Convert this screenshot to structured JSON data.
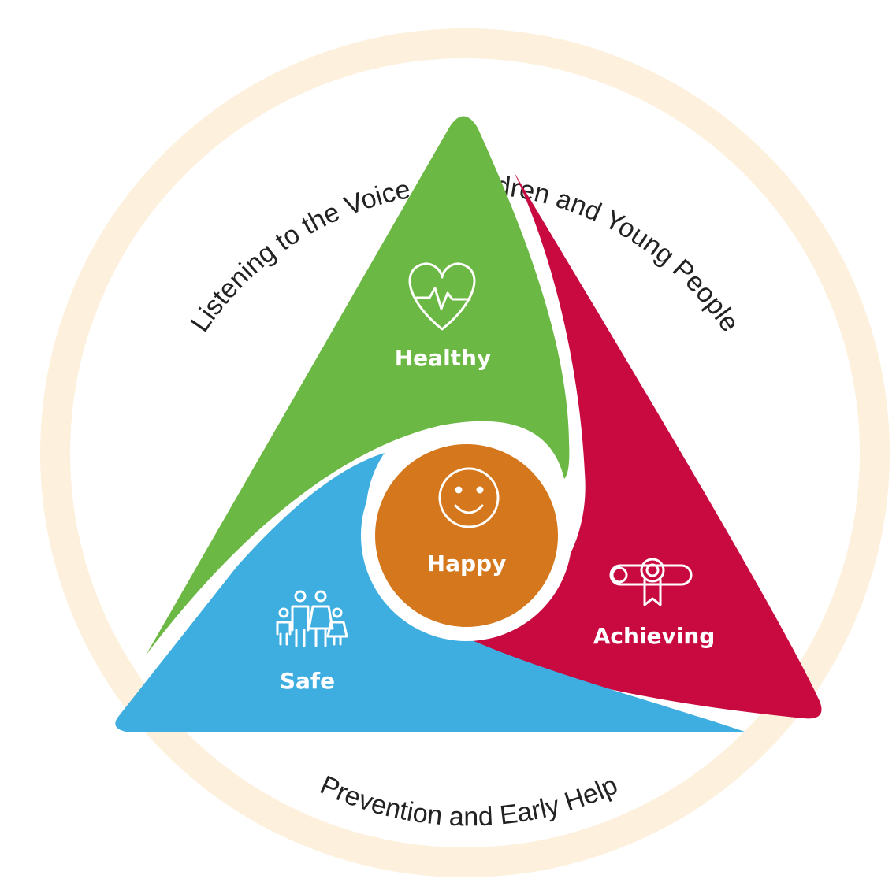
{
  "ring": {
    "top_text": "Listening to the Voice of Children and Young People",
    "bottom_text": "Prevention and Early Help"
  },
  "segments": {
    "healthy": {
      "label": "Healthy",
      "icon": "heart-pulse-icon"
    },
    "achieving": {
      "label": "Achieving",
      "icon": "certificate-scroll-icon"
    },
    "safe": {
      "label": "Safe",
      "icon": "family-icon"
    },
    "happy": {
      "label": "Happy",
      "icon": "smiley-face-icon"
    }
  },
  "colors": {
    "ring": "#fdf0dc",
    "healthy": "#6cb844",
    "achieving": "#c80a40",
    "safe": "#3eaee0",
    "happy": "#d5771c",
    "text": "#222222"
  }
}
